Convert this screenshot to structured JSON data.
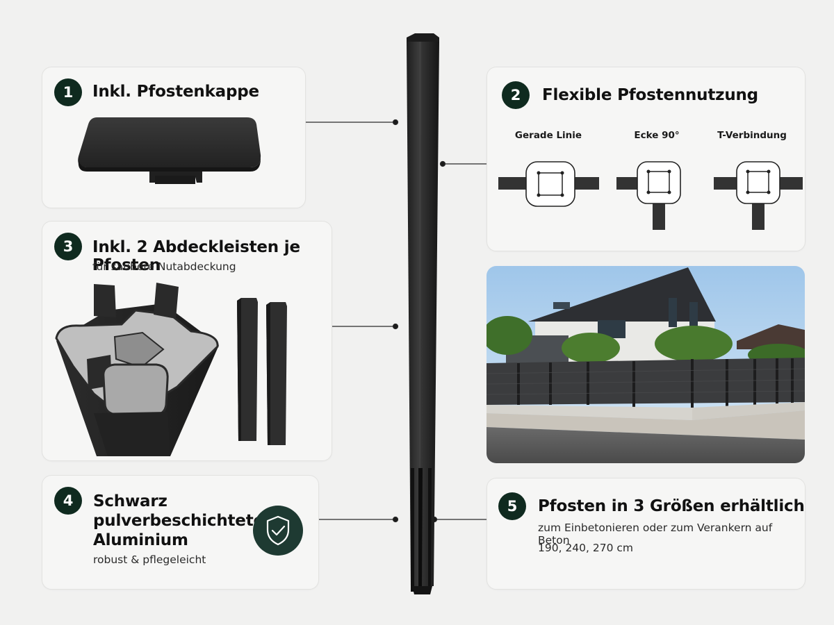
{
  "feature1": {
    "number": "1",
    "title": "Inkl. Pfostenkappe"
  },
  "feature2": {
    "number": "2",
    "title": "Flexible Pfostennutzung",
    "connections": [
      {
        "label": "Gerade Linie"
      },
      {
        "label": "Ecke 90°"
      },
      {
        "label": "T-Verbindung"
      }
    ]
  },
  "feature3": {
    "number": "3",
    "title": "Inkl. 2 Abdeckleisten je Pfosten",
    "subtitle": "für saubere Nutabdeckung"
  },
  "feature4": {
    "number": "4",
    "title_lines": [
      "Schwarz",
      "pulverbeschichtetes",
      "Aluminium"
    ],
    "subtitle": "robust & pflegeleicht",
    "icon": "shield-check-icon"
  },
  "feature5": {
    "number": "5",
    "title": "Pfosten in 3 Größen erhältlich",
    "line1": "zum Einbetonieren oder zum Verankern auf Beton",
    "line2": "190, 240, 270 cm"
  },
  "colors": {
    "badge": "#0f2a1f",
    "post": "#2b2b2b",
    "background": "#f1f1f0"
  }
}
